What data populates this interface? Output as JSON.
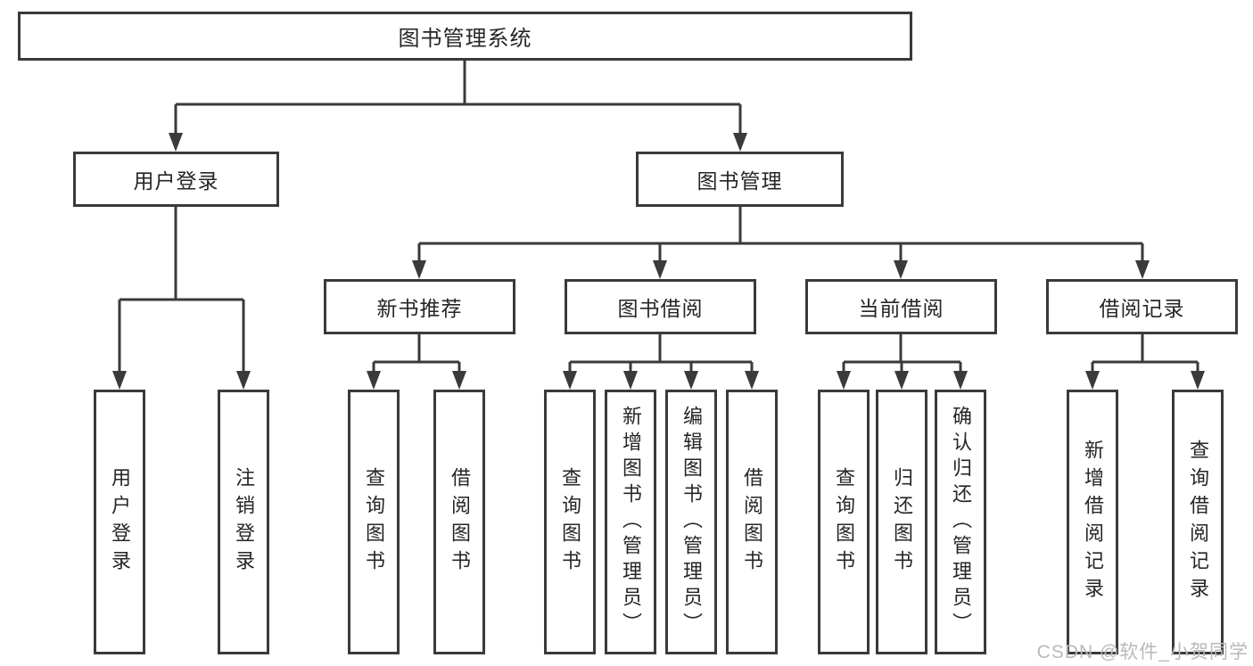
{
  "tree": {
    "root": {
      "label": "图书管理系统",
      "children": [
        {
          "label": "用户登录",
          "children": [
            {
              "label": "用户登录"
            },
            {
              "label": "注销登录"
            }
          ]
        },
        {
          "label": "图书管理",
          "children": [
            {
              "label": "新书推荐",
              "children": [
                {
                  "label": "查询图书"
                },
                {
                  "label": "借阅图书"
                }
              ]
            },
            {
              "label": "图书借阅",
              "children": [
                {
                  "label": "查询图书"
                },
                {
                  "label": "新增图书（管理员）"
                },
                {
                  "label": "编辑图书（管理员）"
                },
                {
                  "label": "借阅图书"
                }
              ]
            },
            {
              "label": "当前借阅",
              "children": [
                {
                  "label": "查询图书"
                },
                {
                  "label": "归还图书"
                },
                {
                  "label": "确认归还（管理员）"
                }
              ]
            },
            {
              "label": "借阅记录",
              "children": [
                {
                  "label": "新增借阅记录"
                },
                {
                  "label": "查询借阅记录"
                }
              ]
            }
          ]
        }
      ]
    }
  },
  "watermark": {
    "text": "CSDN @软件_小贺同学"
  },
  "colors": {
    "line": "#3a3a3a",
    "box_border": "#3a3a3a",
    "text": "#262626",
    "background": "#ffffff",
    "watermark": "#b9b9b9"
  }
}
